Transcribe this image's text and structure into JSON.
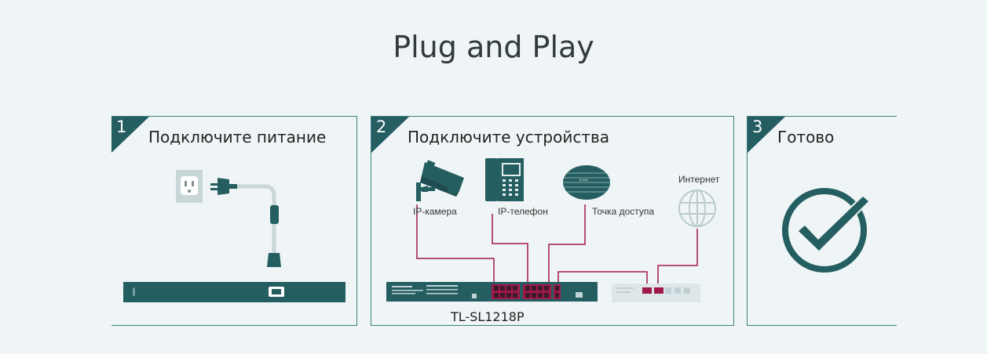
{
  "title": "Plug and Play",
  "steps": [
    {
      "number": "1",
      "title": "Подключите питание"
    },
    {
      "number": "2",
      "title": "Подключите устройства"
    },
    {
      "number": "3",
      "title": "Готово"
    }
  ],
  "devices": {
    "camera": "IP-камера",
    "phone": "IP-телефон",
    "access_point": "Точка доступа",
    "internet": "Интернет"
  },
  "switch_model": "TL-SL1218P",
  "colors": {
    "accent": "#245e61",
    "cable": "#a0184a",
    "background": "#eff5f6"
  }
}
